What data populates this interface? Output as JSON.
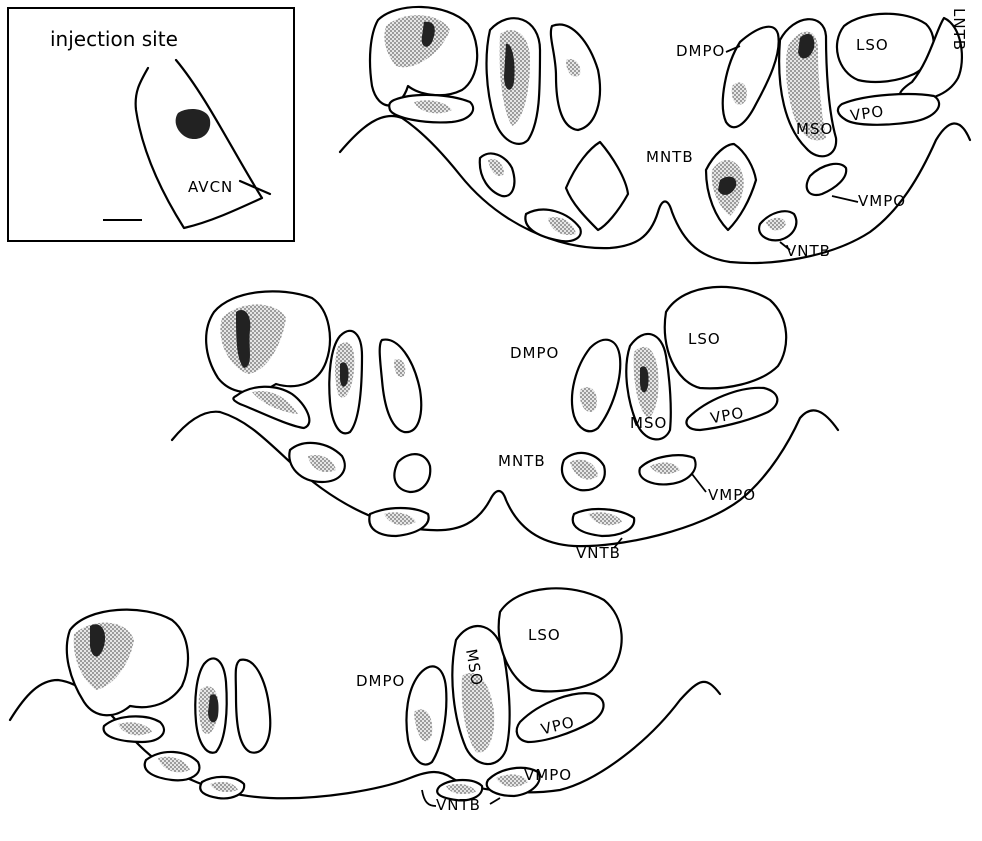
{
  "inset": {
    "title": "injection site",
    "region_label": "AVCN"
  },
  "labels": {
    "dmpo": "DMPO",
    "lso": "LSO",
    "lntb": "LNTB",
    "mso": "MSO",
    "vpo": "VPO",
    "mntb": "MNTB",
    "vmpo": "VMPO",
    "vntb": "VNTB"
  },
  "colors": {
    "line": "#000000",
    "label_shading": "#9a9a9a",
    "dense_label": "#222222",
    "background": "#ffffff"
  }
}
